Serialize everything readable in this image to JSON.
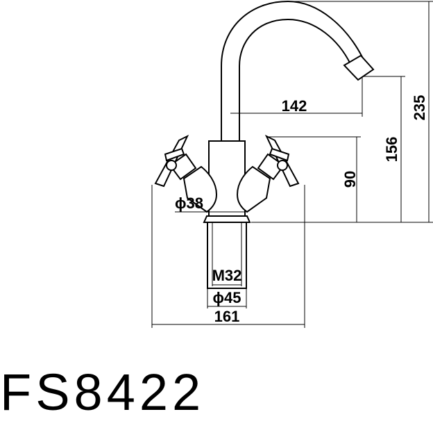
{
  "model": "FS8422",
  "dimensions": {
    "spout_reach": "142",
    "total_height": "235",
    "spout_height": "156",
    "handle_height": "90",
    "handle_diameter": "ϕ38",
    "thread": "M32",
    "base_diameter": "ϕ45",
    "total_width": "161"
  }
}
